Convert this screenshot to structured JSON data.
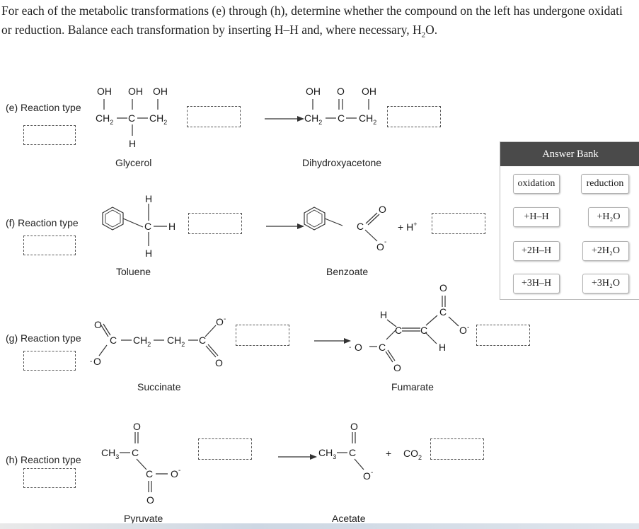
{
  "instructions": {
    "line1": "For each of the metabolic transformations (e) through (h), determine whether the compound on the left has undergone oxidati",
    "line2_pre": "or reduction. Balance each transformation by inserting H–H and, where necessary, H",
    "line2_sub": "2",
    "line2_post": "O."
  },
  "reactions": [
    {
      "label": "(e) Reaction type",
      "left": "Glycerol",
      "right": "Dihydroxyacetone"
    },
    {
      "label": "(f) Reaction type",
      "left": "Toluene",
      "right": "Benzoate"
    },
    {
      "label": "(g) Reaction type",
      "left": "Succinate",
      "right": "Fumarate"
    },
    {
      "label": "(h) Reaction type",
      "left": "Pyruvate",
      "right": "Acetate"
    }
  ],
  "answer_bank": {
    "title": "Answer Bank",
    "chips": [
      "oxidation",
      "reduction",
      "+H–H",
      "+H₂O",
      "+2H–H",
      "+2H₂O",
      "+3H–H",
      "+3H₂O"
    ]
  },
  "atoms": {
    "oh": "OH",
    "o": "O",
    "h": "H",
    "c": "C",
    "ch": "CH",
    "sub2": "2",
    "sub3": "3",
    "plus_h": "+  H",
    "plus_charge": "+",
    "minus": "-",
    "co": "CO",
    "plus": "+"
  }
}
